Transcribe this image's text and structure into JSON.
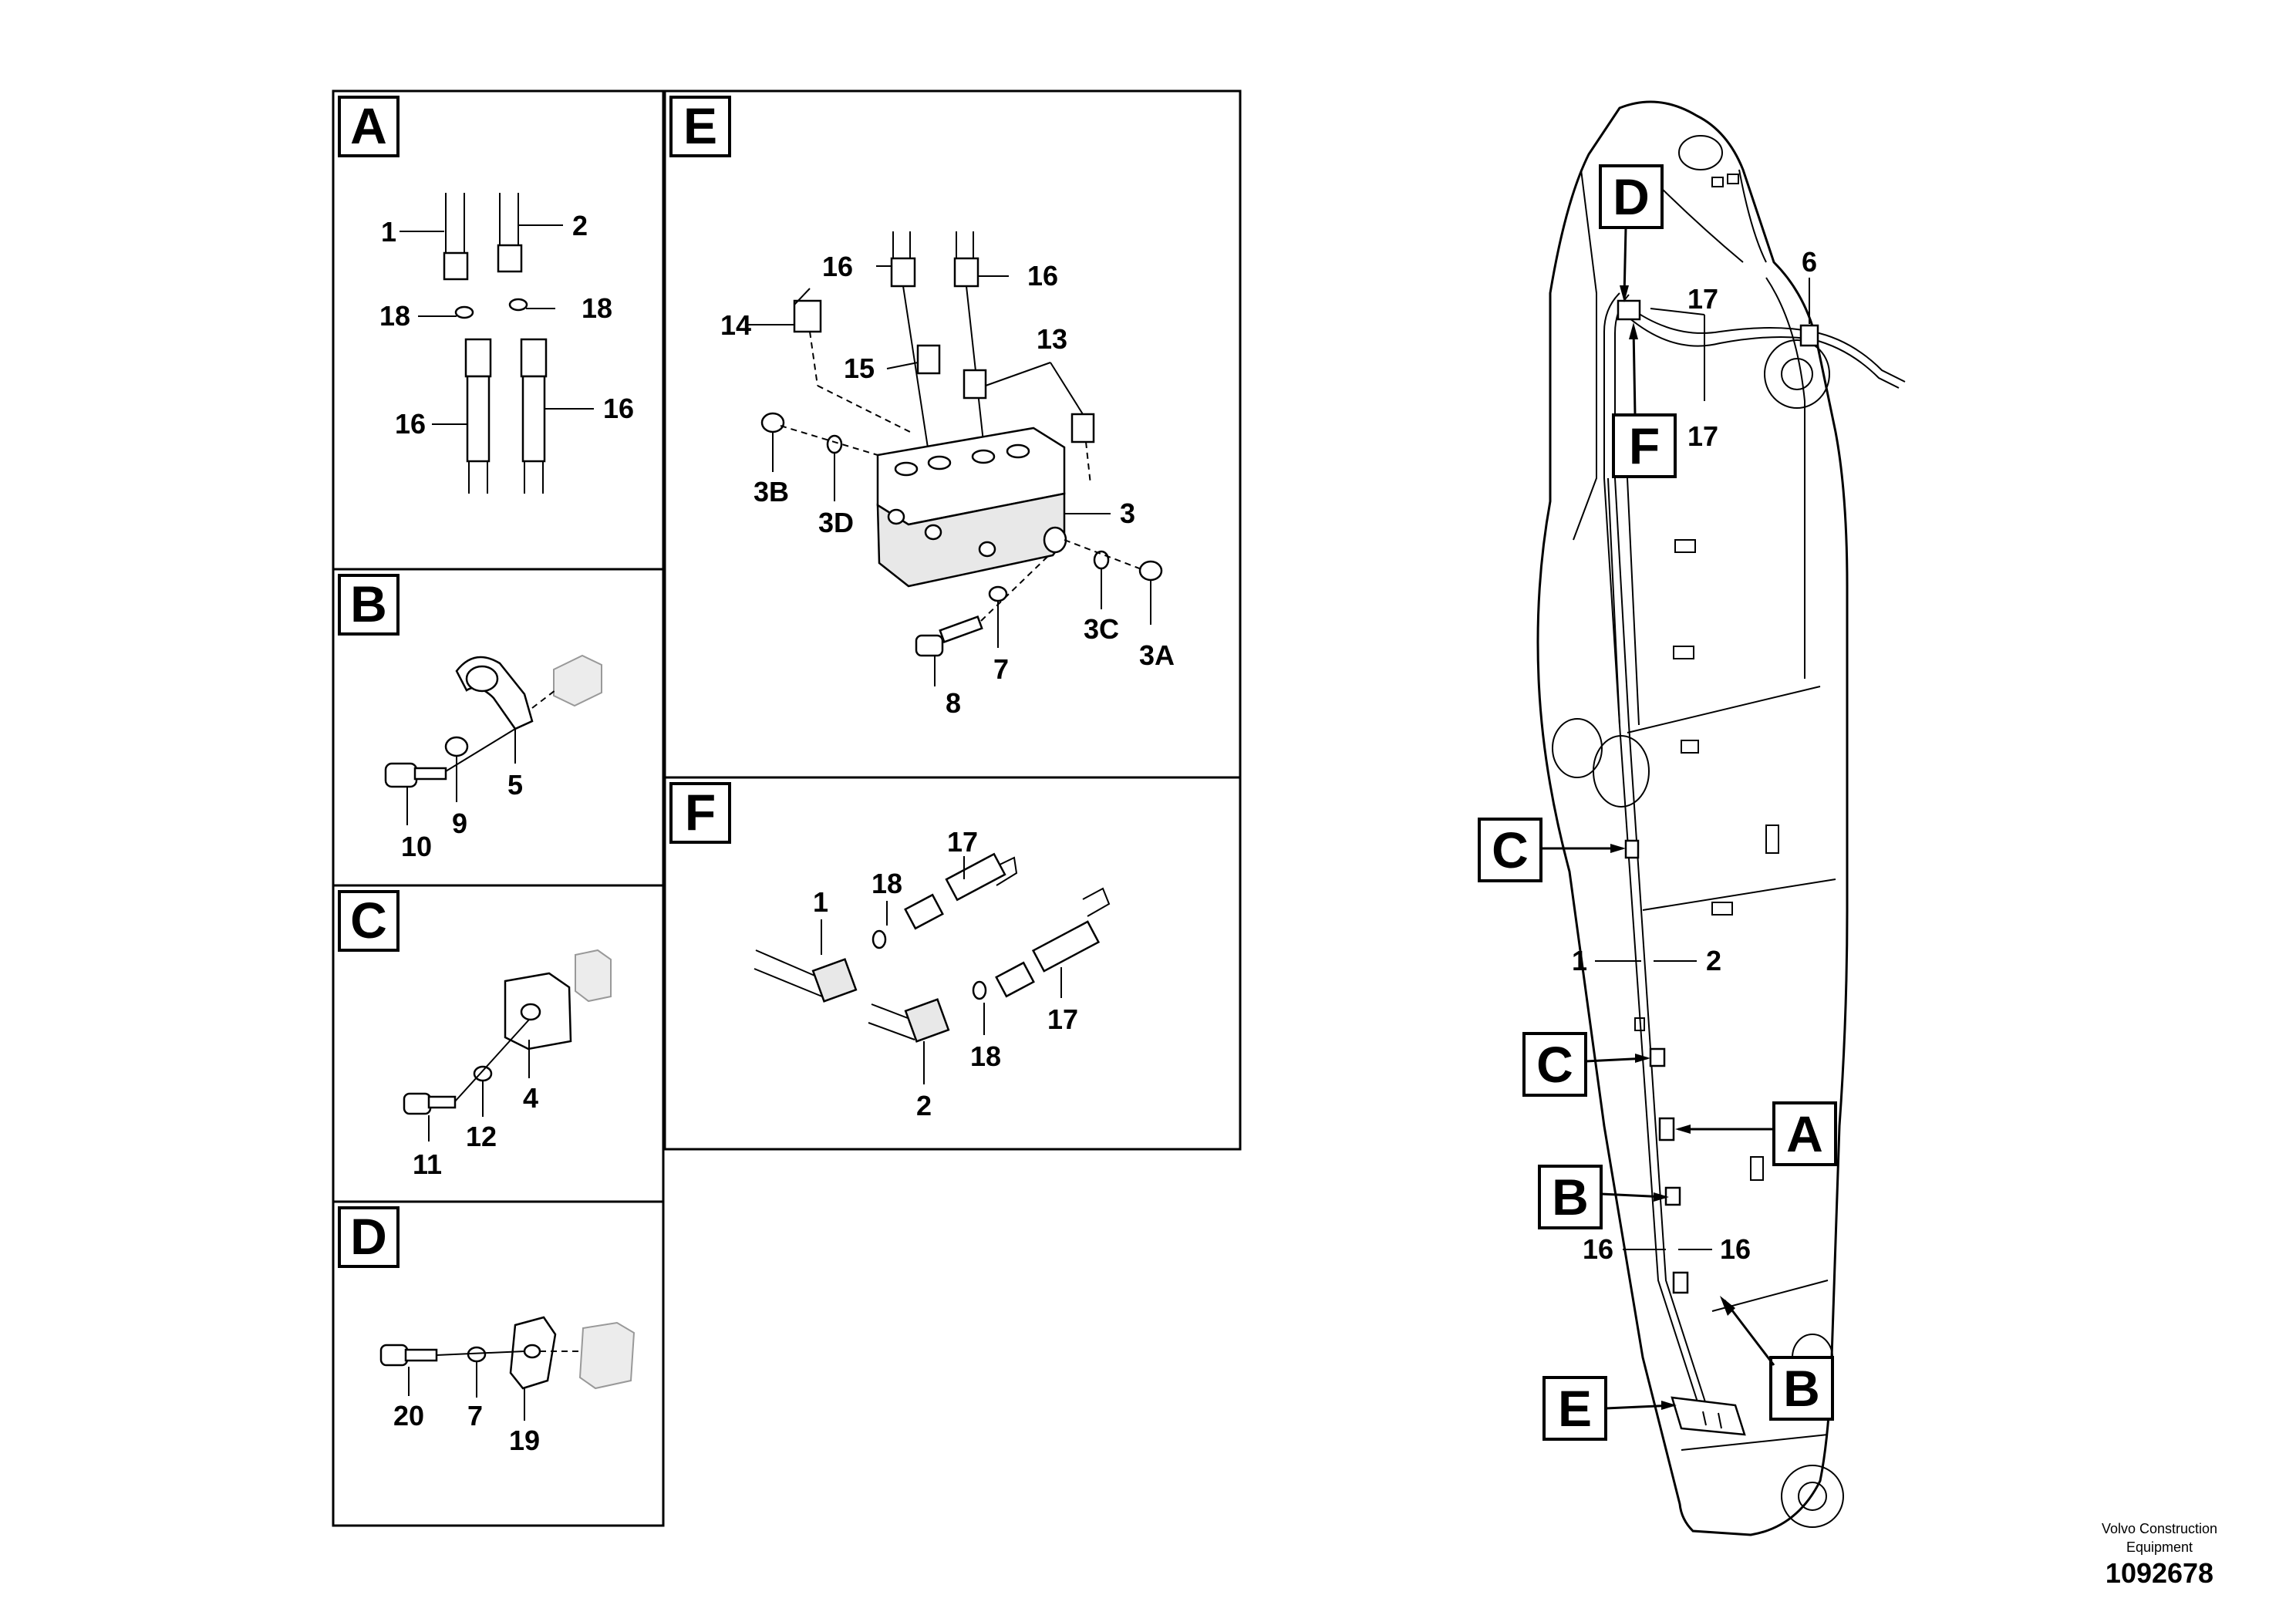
{
  "panels": {
    "A": {
      "letter": "A",
      "callouts": [
        "1",
        "2",
        "18",
        "18",
        "16",
        "16"
      ]
    },
    "B": {
      "letter": "B",
      "callouts": [
        "10",
        "9",
        "5"
      ]
    },
    "C": {
      "letter": "C",
      "callouts": [
        "11",
        "12",
        "4"
      ]
    },
    "D": {
      "letter": "D",
      "callouts": [
        "20",
        "7",
        "19"
      ]
    },
    "E": {
      "letter": "E",
      "callouts": [
        "16",
        "16",
        "14",
        "15",
        "13",
        "3B",
        "3D",
        "3",
        "8",
        "7",
        "3C",
        "3A"
      ]
    },
    "F": {
      "letter": "F",
      "callouts": [
        "17",
        "1",
        "18",
        "17",
        "18",
        "2"
      ]
    }
  },
  "overview": {
    "markers": [
      "D",
      "F",
      "C",
      "C",
      "A",
      "B",
      "B",
      "E"
    ],
    "callouts": {
      "c6": "6",
      "c17a": "17",
      "c17b": "17",
      "c1": "1",
      "c2": "2",
      "c16a": "16",
      "c16b": "16"
    }
  },
  "footer": {
    "company_line1": "Volvo Construction",
    "company_line2": "Equipment",
    "drawing_number": "1092678"
  }
}
